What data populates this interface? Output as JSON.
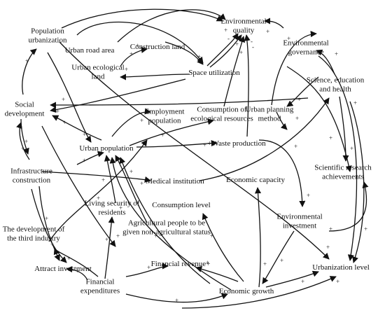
{
  "nodes": {
    "environmental_quality": [
      "Environmental",
      "quality"
    ],
    "population_urbanization": [
      "Population",
      "urbanization"
    ],
    "construction_land": [
      "Construction land"
    ],
    "urban_road_area": [
      "Urban road area"
    ],
    "urban_ecological_land": [
      "Urban ecological",
      "land"
    ],
    "environmental_governance": [
      "Environmental",
      "governance"
    ],
    "space_utilization": [
      "Space utilization"
    ],
    "science_education_health": [
      "Science, education",
      "and health"
    ],
    "social_development": [
      "Social",
      "development"
    ],
    "employment_population": [
      "Employment",
      "population"
    ],
    "consumption_ecological_resources": [
      "Consumption of",
      "ecological resources"
    ],
    "urban_planning_method": [
      "Urban planning",
      "method"
    ],
    "urban_population": [
      "Urban population"
    ],
    "waste_production": [
      "+Waste production"
    ],
    "scientific_research_achievements": [
      "Scientific research",
      "achievements"
    ],
    "infrastructure_construction": [
      "Infrastructure",
      "construction"
    ],
    "medical_institution": [
      "Medical institution"
    ],
    "economic_capacity": [
      "Economic capacity"
    ],
    "living_security": [
      "Living security of",
      "residents"
    ],
    "consumption_level": [
      "Consumption level"
    ],
    "environmental_investment": [
      "Environmental",
      "investment"
    ],
    "third_industry": [
      "The development of",
      "the third industry"
    ],
    "agricultural_people": [
      "Agricultural people to be",
      "given non-agricultural status"
    ],
    "financial_revenue": [
      "Financial revenue+"
    ],
    "urbanization_level": [
      "Urbanization level"
    ],
    "attract_investment": [
      "Attract investment"
    ],
    "financial_expenditures": [
      "Financial",
      "expenditures"
    ],
    "economic_growth": [
      "Economic growth"
    ]
  },
  "polarity": {
    "positive": "+",
    "negative": "-"
  }
}
